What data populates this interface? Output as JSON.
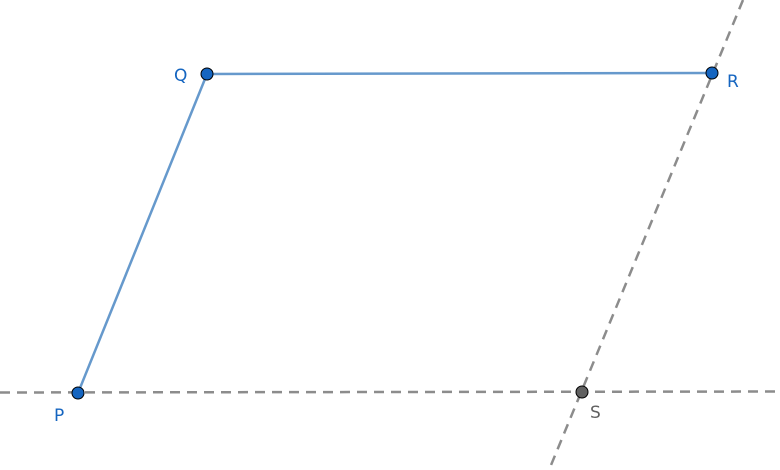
{
  "points": {
    "P": {
      "label": "P",
      "color": "#1565c0"
    },
    "Q": {
      "label": "Q",
      "color": "#1565c0"
    },
    "R": {
      "label": "R",
      "color": "#1565c0"
    },
    "S": {
      "label": "S",
      "color": "#616161"
    }
  },
  "colors": {
    "segment": "#6699cc",
    "dashed_line": "#8c8c8c",
    "blue_point_fill": "#1565c0",
    "gray_point_fill": "#616161",
    "point_stroke": "#000000",
    "background": "#ffffff"
  }
}
